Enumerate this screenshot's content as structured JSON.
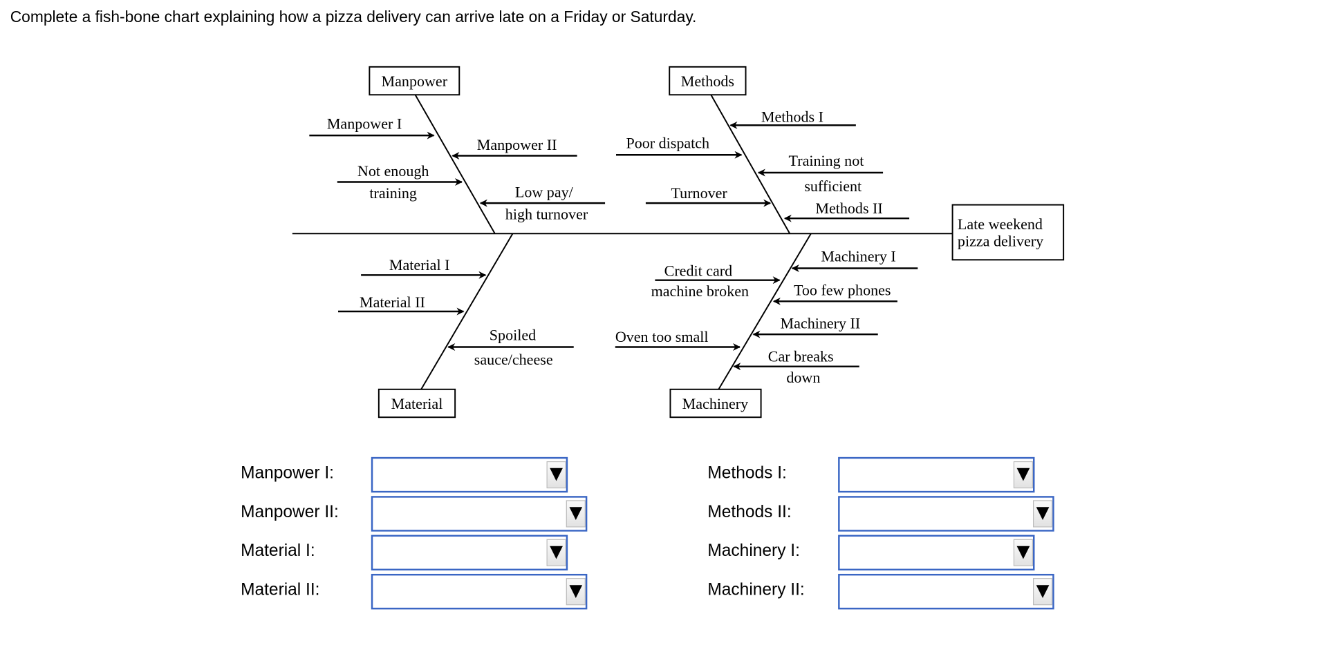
{
  "question": "Complete a fish-bone chart explaining how a pizza delivery can arrive late on a Friday or Saturday.",
  "diagram": {
    "effect": [
      "Late weekend",
      "pizza delivery"
    ],
    "categories": {
      "manpower": "Manpower",
      "methods": "Methods",
      "material": "Material",
      "machinery": "Machinery"
    },
    "causes": {
      "manpower_1": "Manpower I",
      "manpower_2": "Manpower II",
      "not_enough_training": [
        "Not enough",
        "training"
      ],
      "low_pay": [
        "Low pay/",
        "high turnover"
      ],
      "methods_1": "Methods I",
      "poor_dispatch": "Poor dispatch",
      "training_not_sufficient": [
        "Training not",
        "sufficient"
      ],
      "turnover": "Turnover",
      "methods_2": "Methods II",
      "material_1": "Material I",
      "material_2": "Material II",
      "spoiled": [
        "Spoiled",
        "sauce/cheese"
      ],
      "machinery_1": "Machinery I",
      "credit_card": [
        "Credit card",
        "machine broken"
      ],
      "too_few_phones": "Too few phones",
      "machinery_2": "Machinery II",
      "oven_too_small": "Oven too small",
      "car_breaks": [
        "Car breaks",
        "down"
      ]
    }
  },
  "answers": [
    {
      "label": "Manpower I:",
      "value": ""
    },
    {
      "label": "Manpower II:",
      "value": ""
    },
    {
      "label": "Material I:",
      "value": ""
    },
    {
      "label": "Material II:",
      "value": ""
    },
    {
      "label": "Methods I:",
      "value": ""
    },
    {
      "label": "Methods II:",
      "value": ""
    },
    {
      "label": "Machinery I:",
      "value": ""
    },
    {
      "label": "Machinery II:",
      "value": ""
    }
  ],
  "dropdown_arrow": "▼",
  "colors": {
    "select_border": "#3a66c4"
  }
}
